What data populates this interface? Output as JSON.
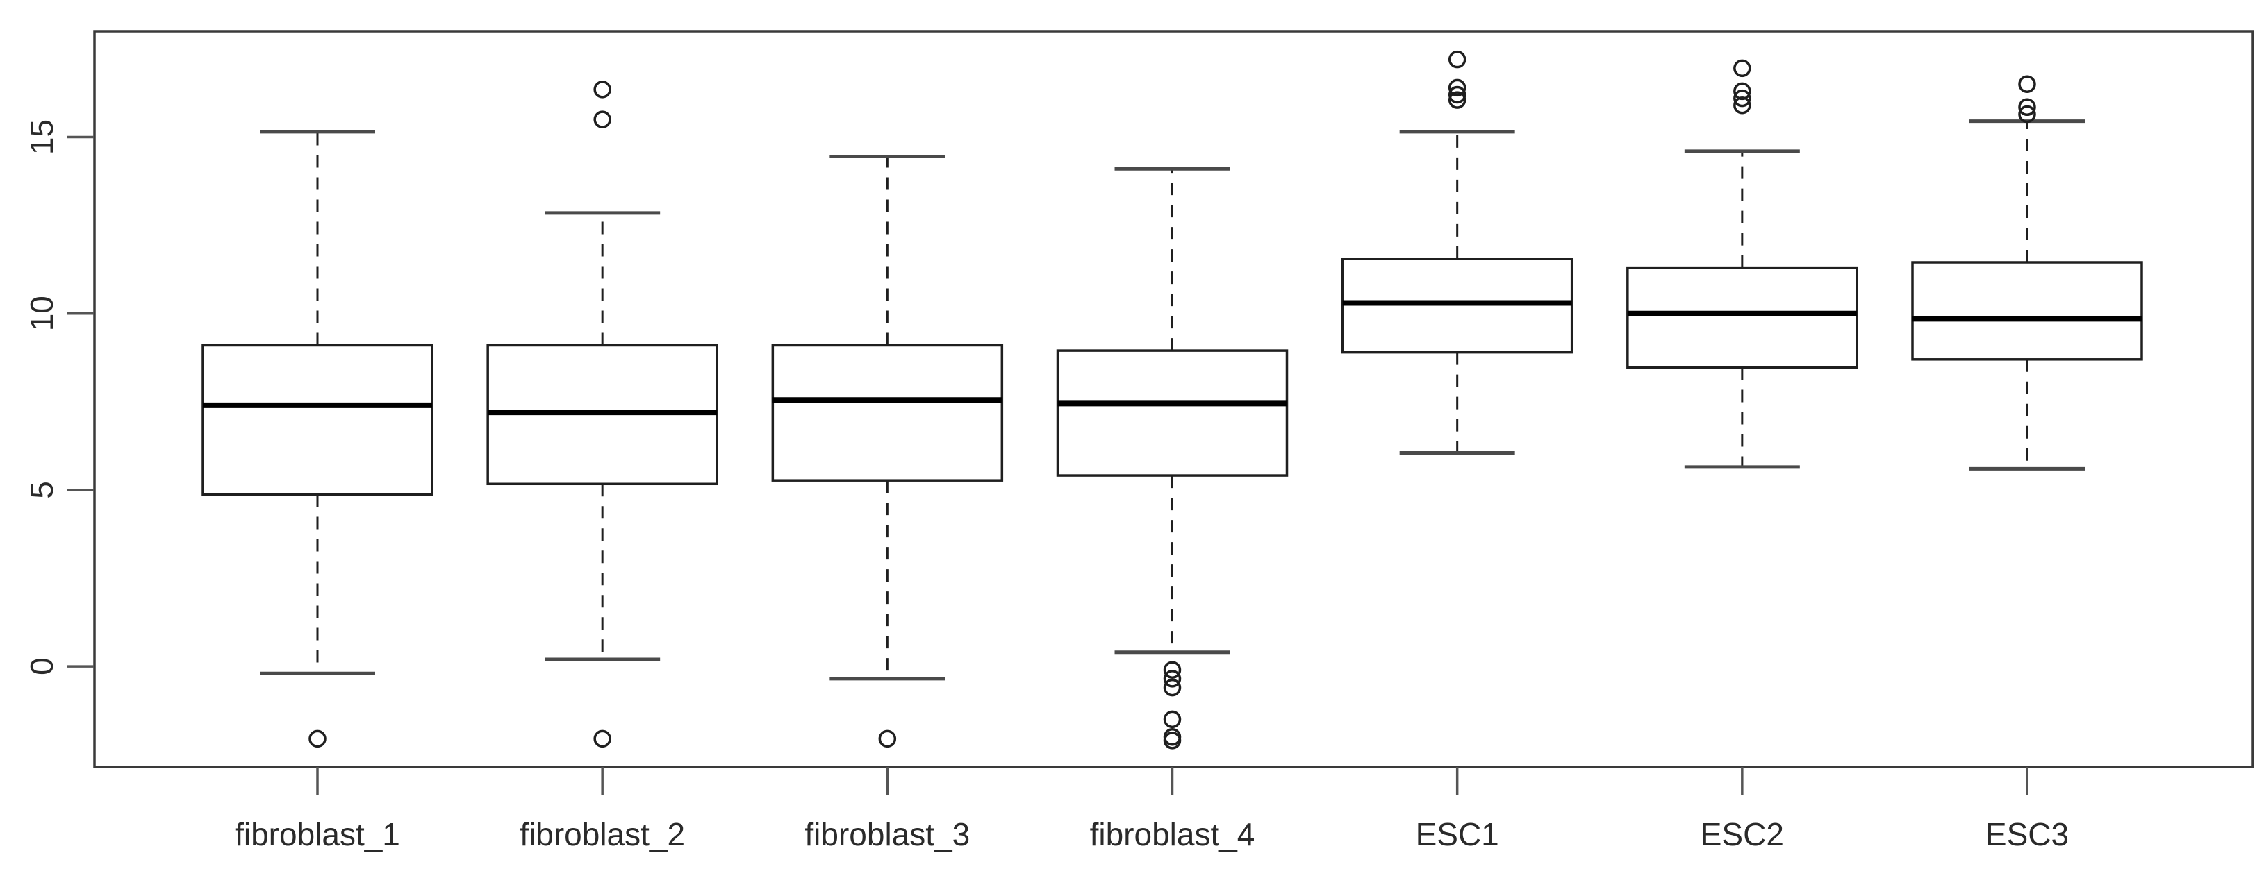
{
  "chart_data": {
    "type": "boxplot",
    "title": "",
    "xlabel": "",
    "ylabel": "",
    "categories": [
      "fibroblast_1",
      "fibroblast_2",
      "fibroblast_3",
      "fibroblast_4",
      "ESC1",
      "ESC2",
      "ESC3"
    ],
    "y_ticks": [
      0,
      5,
      10,
      15
    ],
    "ylim": [
      -2.85,
      18.0
    ],
    "grid": false,
    "legend": "none",
    "series": [
      {
        "name": "fibroblast_1",
        "whisker_low": -0.2,
        "q1": 4.87,
        "median": 7.4,
        "q3": 9.1,
        "whisker_high": 15.15,
        "outliers": [
          -2.05
        ]
      },
      {
        "name": "fibroblast_2",
        "whisker_low": 0.2,
        "q1": 5.17,
        "median": 7.2,
        "q3": 9.1,
        "whisker_high": 12.85,
        "outliers": [
          16.35,
          15.5,
          -2.05
        ]
      },
      {
        "name": "fibroblast_3",
        "whisker_low": -0.35,
        "q1": 5.27,
        "median": 7.55,
        "q3": 9.1,
        "whisker_high": 14.45,
        "outliers": [
          -2.05
        ]
      },
      {
        "name": "fibroblast_4",
        "whisker_low": 0.4,
        "q1": 5.41,
        "median": 7.45,
        "q3": 8.95,
        "whisker_high": 14.1,
        "outliers": [
          -0.1,
          -0.35,
          -0.6,
          -1.5,
          -2.0,
          -2.1
        ]
      },
      {
        "name": "ESC1",
        "whisker_low": 6.05,
        "q1": 8.9,
        "median": 10.3,
        "q3": 11.55,
        "whisker_high": 15.15,
        "outliers": [
          17.2,
          16.4,
          16.2,
          16.05
        ]
      },
      {
        "name": "ESC2",
        "whisker_low": 5.65,
        "q1": 8.47,
        "median": 10.0,
        "q3": 11.3,
        "whisker_high": 14.6,
        "outliers": [
          16.95,
          16.3,
          16.1,
          15.9
        ]
      },
      {
        "name": "ESC3",
        "whisker_low": 5.6,
        "q1": 8.7,
        "median": 9.85,
        "q3": 11.45,
        "whisker_high": 15.45,
        "outliers": [
          16.5,
          15.85,
          15.65
        ]
      }
    ],
    "style": {
      "background": "#ffffff",
      "box_fill": "#ffffff",
      "line_color": "#1f1f1f",
      "median_color": "#000000",
      "frame_color": "#3a3a3a",
      "tick_color": "#555555",
      "staple_color": "#4a4a4a",
      "label_color": "#2a2a2a"
    }
  }
}
